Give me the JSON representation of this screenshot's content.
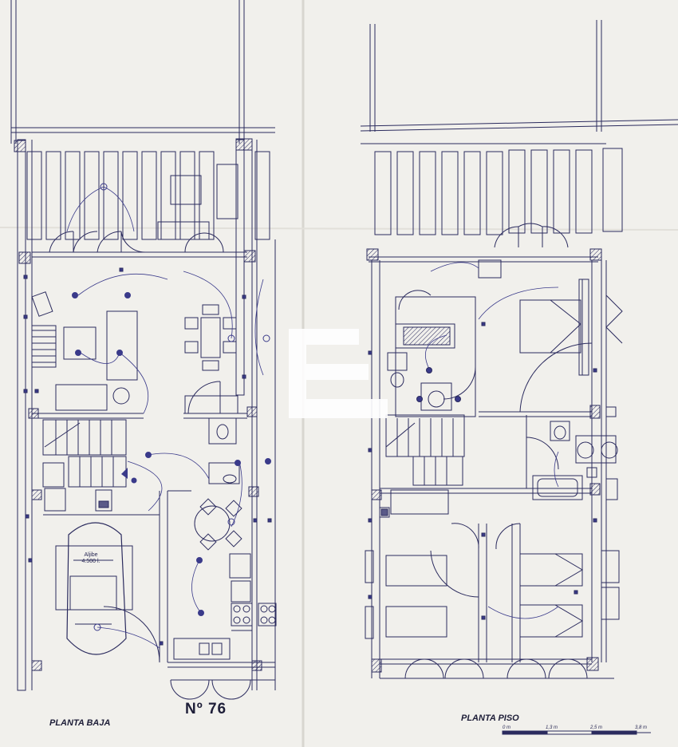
{
  "plan": {
    "ground_floor_label": "PLANTA BAJA",
    "upper_floor_label": "PLANTA PISO",
    "unit_number": "Nº 76",
    "tank_label": "Aljibe",
    "tank_capacity": "4.500 l.",
    "scale_marks": [
      "0 m",
      "1,3 m",
      "2,5 m",
      "3,8 m"
    ]
  },
  "colors": {
    "line": "#2b2b5e",
    "fixture": "#3a3a8a",
    "paper": "#f1f0ec",
    "watermark": "#ffffff"
  },
  "icons": [
    "watermark-logo-icon"
  ]
}
